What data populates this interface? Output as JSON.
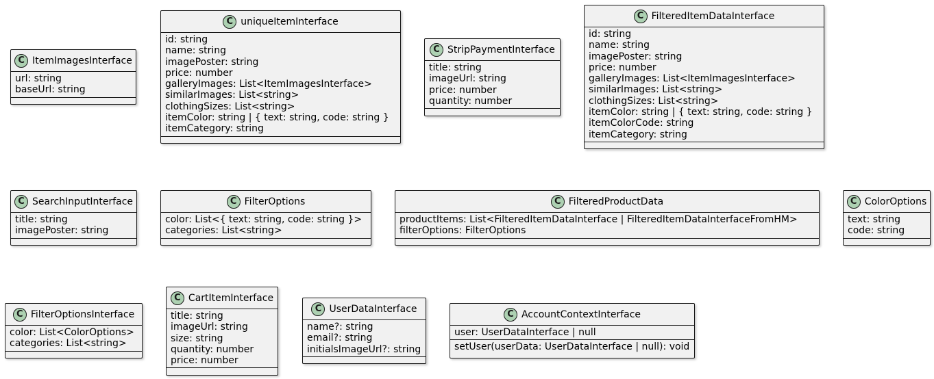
{
  "classes": [
    {
      "id": "ItemImagesInterface",
      "badge": "C",
      "name": "ItemImagesInterface",
      "fields": [
        "url: string",
        "baseUrl: string"
      ],
      "methods": []
    },
    {
      "id": "uniqueItemInterface",
      "badge": "C",
      "name": "uniqueItemInterface",
      "fields": [
        "id: string",
        "name: string",
        "imagePoster: string",
        "price: number",
        "galleryImages: List<ItemImagesInterface>",
        "similarImages: List<string>",
        "clothingSizes: List<string>",
        "itemColor: string | { text: string, code: string }",
        "itemCategory: string"
      ],
      "methods": []
    },
    {
      "id": "StripPaymentInterface",
      "badge": "C",
      "name": "StripPaymentInterface",
      "fields": [
        "title: string",
        "imageUrl: string",
        "price: number",
        "quantity: number"
      ],
      "methods": []
    },
    {
      "id": "FilteredItemDataInterface",
      "badge": "C",
      "name": "FilteredItemDataInterface",
      "fields": [
        "id: string",
        "name: string",
        "imagePoster: string",
        "price: number",
        "galleryImages: List<ItemImagesInterface>",
        "similarImages: List<string>",
        "clothingSizes: List<string>",
        "itemColor: string | { text: string, code: string }",
        "itemColorCode: string",
        "itemCategory: string"
      ],
      "methods": []
    },
    {
      "id": "SearchInputInterface",
      "badge": "C",
      "name": "SearchInputInterface",
      "fields": [
        "title: string",
        "imagePoster: string"
      ],
      "methods": []
    },
    {
      "id": "FilterOptions",
      "badge": "C",
      "name": "FilterOptions",
      "fields": [
        "color: List<{ text: string, code: string }>",
        "categories: List<string>"
      ],
      "methods": []
    },
    {
      "id": "FilteredProductData",
      "badge": "C",
      "name": "FilteredProductData",
      "fields": [
        "productItems: List<FilteredItemDataInterface | FilteredItemDataInterfaceFromHM>",
        "filterOptions: FilterOptions"
      ],
      "methods": []
    },
    {
      "id": "ColorOptions",
      "badge": "C",
      "name": "ColorOptions",
      "fields": [
        "text: string",
        "code: string"
      ],
      "methods": []
    },
    {
      "id": "FilterOptionsInterface",
      "badge": "C",
      "name": "FilterOptionsInterface",
      "fields": [
        "color: List<ColorOptions>",
        "categories: List<string>"
      ],
      "methods": []
    },
    {
      "id": "CartItemInterface",
      "badge": "C",
      "name": "CartItemInterface",
      "fields": [
        "title: string",
        "imageUrl: string",
        "size: string",
        "quantity: number",
        "price: number"
      ],
      "methods": []
    },
    {
      "id": "UserDataInterface",
      "badge": "C",
      "name": "UserDataInterface",
      "fields": [
        "name?: string",
        "email?: string",
        "initialsImageUrl?: string"
      ],
      "methods": []
    },
    {
      "id": "AccountContextInterface",
      "badge": "C",
      "name": "AccountContextInterface",
      "fields": [
        "user: UserDataInterface | null"
      ],
      "methods": [
        "setUser(userData: UserDataInterface | null): void"
      ]
    }
  ]
}
